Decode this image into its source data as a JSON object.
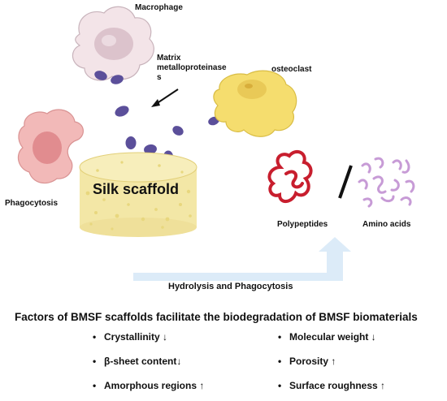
{
  "labels": {
    "macrophage": "Macrophage",
    "mmp": "Matrix metalloproteinase s",
    "osteoclast": "osteoclast",
    "phagocytosis": "Phagocytosis",
    "silk_scaffold": "Silk scaffold",
    "polypeptides": "Polypeptides",
    "amino_acids": "Amino acids",
    "separator": "/",
    "process": "Hydrolysis  and Phagocytosis"
  },
  "factors": {
    "title": "Factors of BMSF scaffolds facilitate the biodegradation of BMSF biomaterials",
    "bullet": "•",
    "left": [
      "Crystallinity ↓",
      "β-sheet content↓",
      "Amorphous regions ↑"
    ],
    "right": [
      "Molecular weight ↓",
      "Porosity ↑",
      "Surface roughness ↑"
    ]
  },
  "colors": {
    "scaffold": "#f3e7a6",
    "scaffold_pore": "#e8d77e",
    "enzyme": "#5b4f9a",
    "macrophage": "#f3e4e8",
    "osteoclast": "#f5dd6e",
    "phago_cell": "#f2b9b8",
    "polypeptide": "#c81e2e",
    "amino": "#c79bd6",
    "arrow": "#d6e8f7"
  }
}
